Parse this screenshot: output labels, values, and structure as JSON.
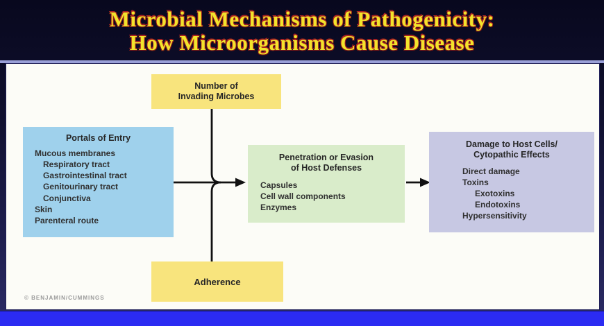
{
  "slide_title": {
    "line1": "Microbial Mechanisms of Pathogenicity:",
    "line2": "How Microorganisms Cause Disease"
  },
  "boxes": {
    "number_of_microbes": {
      "line1": "Number of",
      "line2": "Invading Microbes"
    },
    "portals_of_entry": {
      "title": "Portals of Entry",
      "items": [
        {
          "label": "Mucous membranes",
          "indent": 0
        },
        {
          "label": "Respiratory tract",
          "indent": 1
        },
        {
          "label": "Gastrointestinal tract",
          "indent": 1
        },
        {
          "label": "Genitourinary tract",
          "indent": 1
        },
        {
          "label": "Conjunctiva",
          "indent": 1
        },
        {
          "label": "Skin",
          "indent": 0
        },
        {
          "label": "Parenteral route",
          "indent": 0
        }
      ]
    },
    "penetration_or_evasion": {
      "title_line1": "Penetration or Evasion",
      "title_line2": "of Host Defenses",
      "items": [
        {
          "label": "Capsules",
          "indent": 0
        },
        {
          "label": "Cell wall components",
          "indent": 0
        },
        {
          "label": "Enzymes",
          "indent": 0
        }
      ]
    },
    "damage_to_host_cells": {
      "title_line1": "Damage to Host Cells/",
      "title_line2": "Cytopathic Effects",
      "items": [
        {
          "label": "Direct damage",
          "indent": 0
        },
        {
          "label": "Toxins",
          "indent": 0
        },
        {
          "label": "Exotoxins",
          "indent": 1
        },
        {
          "label": "Endotoxins",
          "indent": 1
        },
        {
          "label": "Hypersensitivity",
          "indent": 0
        }
      ]
    },
    "adherence": {
      "label": "Adherence"
    }
  },
  "copyright": "© BENJAMIN/CUMMINGS",
  "colors": {
    "background_top": "#08081e",
    "background_bottom": "#2c2c66",
    "title_text": "#f2e42c",
    "title_outline": "#a82222",
    "panel": "#fcfcf7",
    "divider_line": "#9aa0d8",
    "box_blue": "#9fd1ec",
    "box_yellow": "#f8e47d",
    "box_green": "#d9ecca",
    "box_purple": "#c7c8e3",
    "bottom_bar": "#2b2bf2",
    "connector": "#111111"
  }
}
